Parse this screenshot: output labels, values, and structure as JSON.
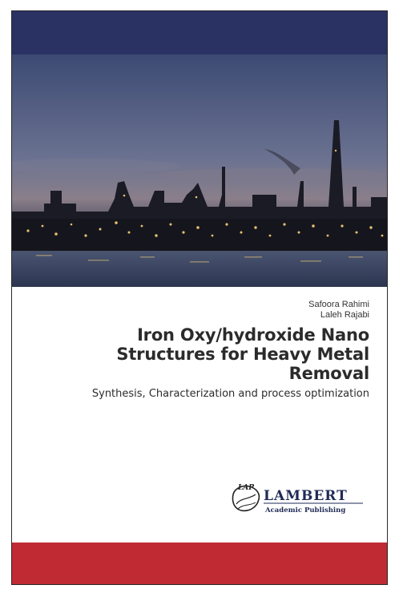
{
  "book": {
    "authors": [
      "Safoora Rahimi",
      "Laleh Rajabi"
    ],
    "title_lines": [
      "Iron Oxy/hydroxide Nano",
      "Structures for Heavy Metal",
      "Removal"
    ],
    "subtitle": "Synthesis, Characterization and process optimization"
  },
  "publisher": {
    "logo_mark": "LAP",
    "name": "LAMBERT",
    "tagline": "Academic Publishing"
  },
  "colors": {
    "top_band": "#2a3263",
    "bottom_band": "#c02a33"
  },
  "image": {
    "subject": "industrial-plant-at-dusk-icon"
  }
}
